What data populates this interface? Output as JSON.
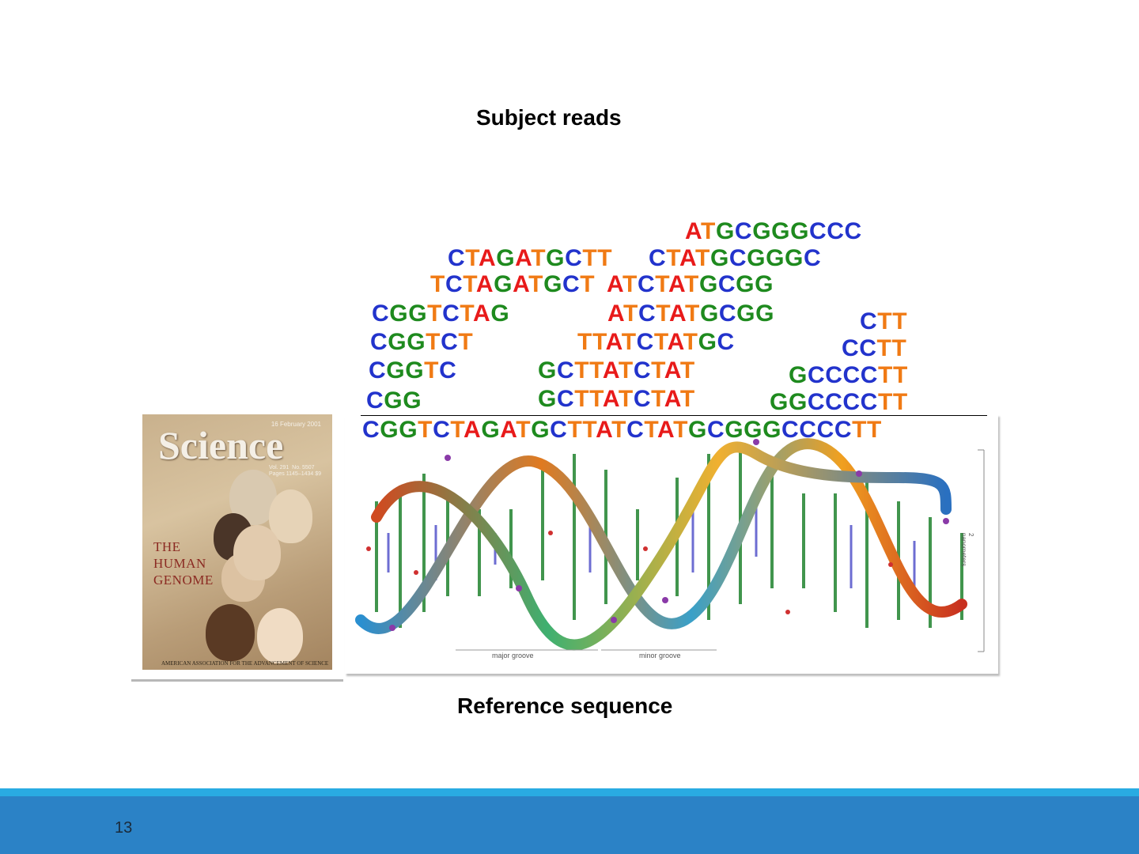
{
  "slide": {
    "top_label": "Subject reads",
    "bottom_label": "Reference sequence",
    "page_number": "13"
  },
  "colors": {
    "A": "#e81a1a",
    "C": "#2233cc",
    "G": "#1e8a1e",
    "T": "#f07a14",
    "footer_band": "#2b82c6",
    "footer_stripe": "#29abe2"
  },
  "reads": [
    {
      "id": "r1",
      "seq": "ATGCGGGCCC"
    },
    {
      "id": "r2",
      "seq": "CTAGATGCTT"
    },
    {
      "id": "r3",
      "seq": "CTATGCGGGC"
    },
    {
      "id": "r4",
      "seq": "TCTAGATGCT"
    },
    {
      "id": "r5",
      "seq": "ATCTATGCGG"
    },
    {
      "id": "r6",
      "seq": "CGGTCTAG"
    },
    {
      "id": "r7",
      "seq": "ATCTATGCGG"
    },
    {
      "id": "r8",
      "seq": "CTT"
    },
    {
      "id": "r9",
      "seq": "CGGTCT"
    },
    {
      "id": "r10",
      "seq": "TTATCTATGC"
    },
    {
      "id": "r11",
      "seq": "CCTT"
    },
    {
      "id": "r12",
      "seq": "CGGTC"
    },
    {
      "id": "r13",
      "seq": "GCTTATCTAT"
    },
    {
      "id": "r14",
      "seq": "GCCCCTT"
    },
    {
      "id": "r15",
      "seq": "CGG"
    },
    {
      "id": "r16",
      "seq": "GCTTATCTAT"
    },
    {
      "id": "r17",
      "seq": "GGCCCCTT"
    }
  ],
  "reference": {
    "seq": "CGGTCTAGATGCTTATCTATGCGGGCCCCTT"
  },
  "science_cover": {
    "masthead": "Science",
    "headline_lines": [
      "THE",
      "HUMAN",
      "GENOME"
    ],
    "footer": "AMERICAN ASSOCIATION FOR THE ADVANCEMENT OF SCIENCE"
  },
  "dna_figure": {
    "groove_labels": [
      "major groove",
      "minor groove"
    ],
    "scale_label": "2 nanometers"
  }
}
